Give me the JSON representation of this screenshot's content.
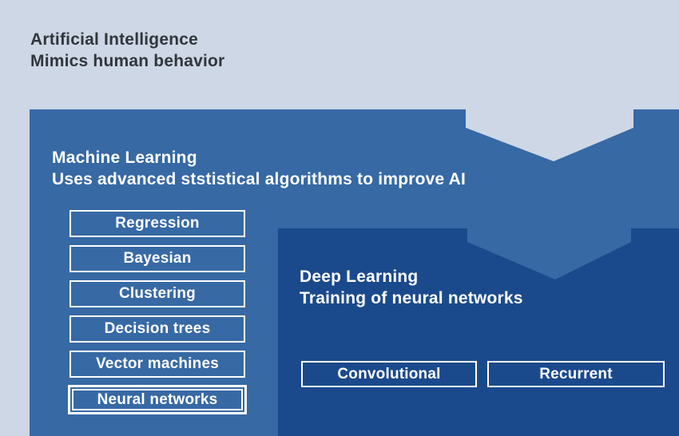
{
  "colors": {
    "background": "#CDD7E6",
    "ml_blue": "#3769A4",
    "dl_blue": "#1B4A8C",
    "ai_text": "#32363B",
    "box_border": "#FFFFFF",
    "section_text": "#FFFFFF"
  },
  "ai": {
    "title": "Artificial Intelligence",
    "subtitle": "Mimics human behavior"
  },
  "ml": {
    "title": "Machine Learning",
    "subtitle": "Uses advanced ststistical algorithms to improve AI",
    "items": [
      "Regression",
      "Bayesian",
      "Clustering",
      "Decision trees",
      "Vector machines",
      "Neural networks"
    ],
    "highlighted_item": "Neural networks"
  },
  "dl": {
    "title": "Deep Learning",
    "subtitle": "Training of neural networks",
    "items": [
      "Convolutional",
      "Recurrent"
    ]
  }
}
